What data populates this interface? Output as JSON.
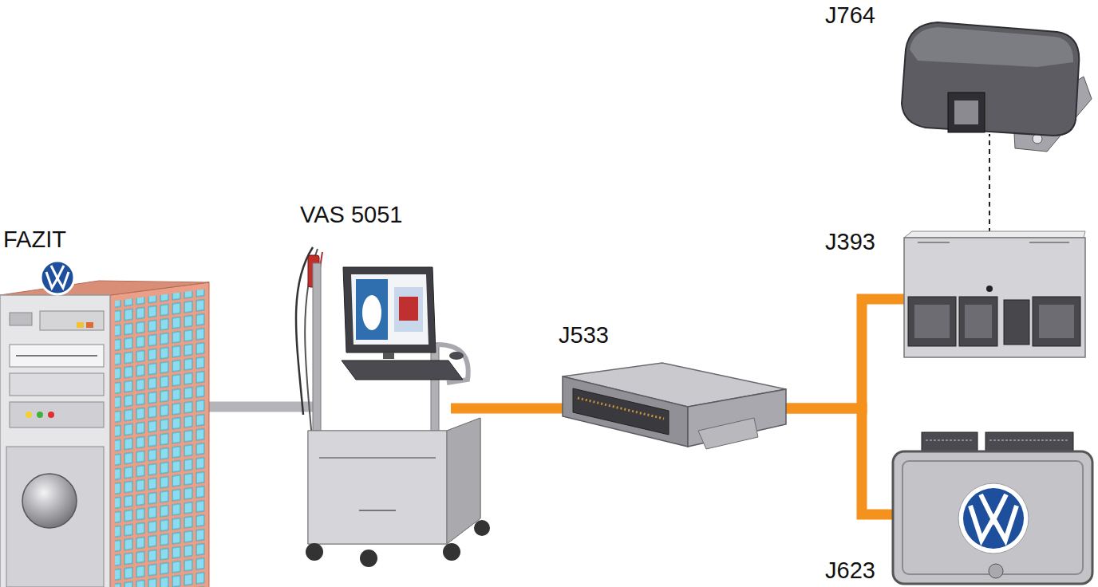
{
  "diagram": {
    "nodes": [
      {
        "text": [
          "FAZIT"
        ]
      },
      {
        "text": [
          "VAS 5051"
        ]
      },
      {
        "text": [
          "J533"
        ]
      },
      {
        "text": [
          "J764"
        ]
      },
      {
        "text": [
          "J393"
        ]
      },
      {
        "text": [
          "J623"
        ]
      }
    ],
    "edges": [
      {
        "from": 0,
        "to": 1,
        "arrow": "none"
      },
      {
        "from": 1,
        "to": 2,
        "arrow": "none"
      },
      {
        "from": 2,
        "to": 4,
        "arrow": "none"
      },
      {
        "from": 2,
        "to": 5,
        "arrow": "none"
      },
      {
        "from": 4,
        "to": 3,
        "arrow": "none"
      }
    ]
  }
}
